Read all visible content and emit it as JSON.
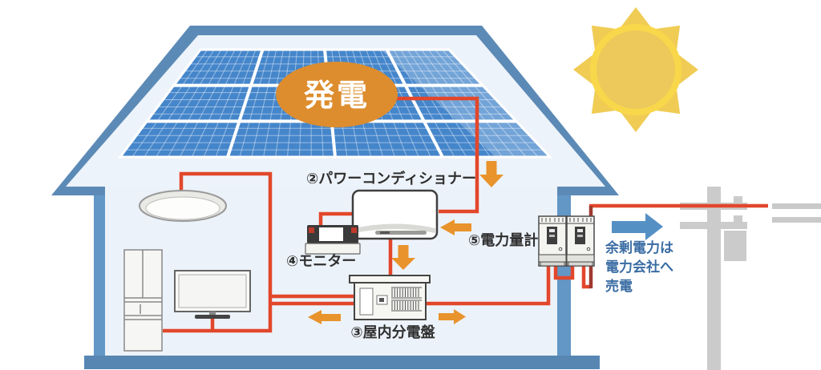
{
  "diagram": {
    "title_badge": {
      "generation_label": "発電",
      "shape": "orange-ellipse-on-solar-roof"
    },
    "labels": {
      "power_conditioner": "②パワーコンディショナー",
      "distribution_board": "③屋内分電盤",
      "monitor": "④モニター",
      "electricity_meter": "⑤電力量計"
    },
    "surplus_text": {
      "line1": "余剰電力は",
      "line2": "電力会社へ",
      "line3": "売電"
    },
    "icons": [
      "sun-icon",
      "house-icon",
      "solar-panel-array-icon",
      "ceiling-light-icon",
      "refrigerator-icon",
      "tv-icon",
      "monitor-device-icon",
      "power-conditioner-icon",
      "distribution-board-icon",
      "electricity-meter-icon",
      "utility-pole-icon",
      "flow-arrow-down-icon",
      "flow-arrow-left-icon",
      "flow-arrow-right-icon",
      "sell-power-blue-arrow-icon"
    ],
    "colors": {
      "wire_red": "#e2472b",
      "wire_dark_red": "#9e3a30",
      "flow_arrow_orange": "#e8932c",
      "sell_arrow_blue": "#5590c5",
      "surplus_text_blue": "#3a6ca3",
      "generation_oval_orange": "#dd8d2e",
      "solar_panel_blue": "#4586cb",
      "house_roof_blue": "#5c8ab6",
      "house_wall_blue": "#6297c6",
      "house_floor_blue": "#5786b3",
      "house_fill": "#ecf2f9",
      "sun_yellow": "#f8d84a",
      "pole_gray": "#cbcbcb"
    }
  }
}
